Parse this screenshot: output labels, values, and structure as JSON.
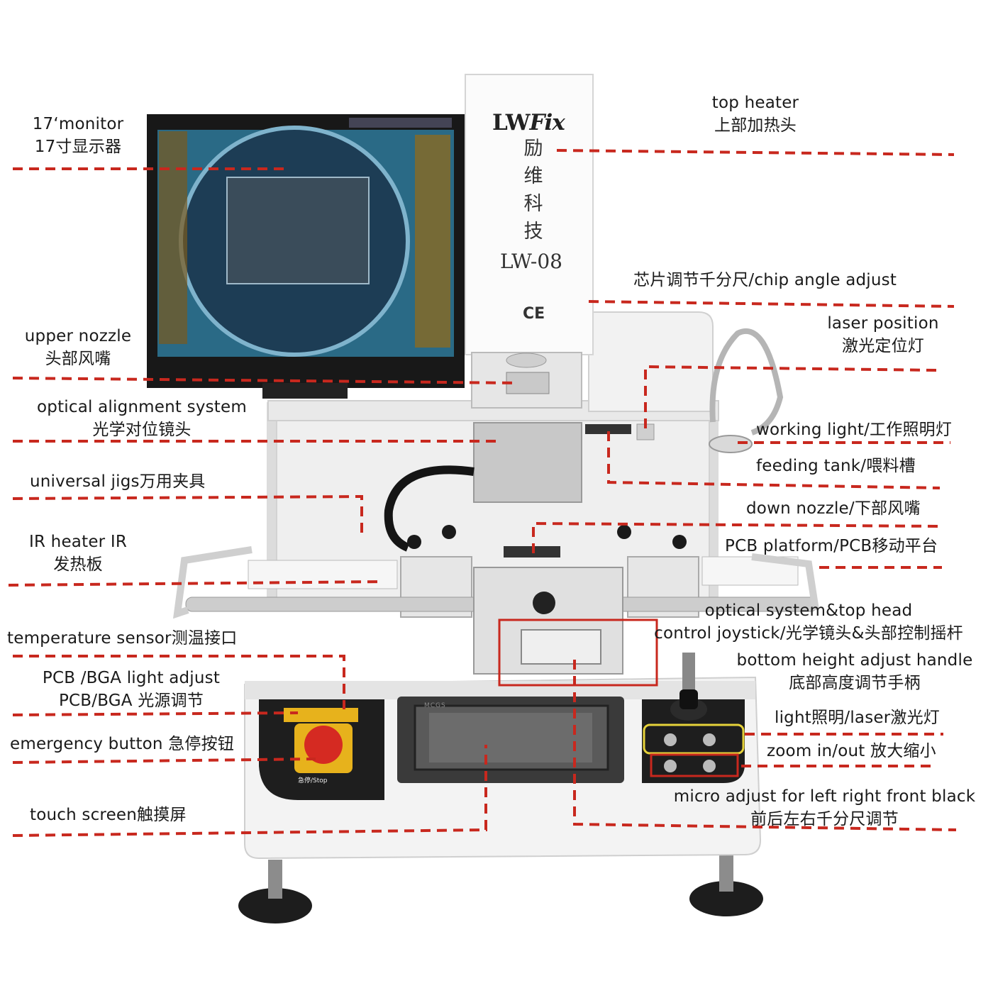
{
  "brand": {
    "logo": "LWFix",
    "chinese_name": [
      "励",
      "维",
      "科",
      "技"
    ],
    "model": "LW-08",
    "certification": "CE",
    "hmi_brand": "MCGS",
    "estop_text": "急停/Stop"
  },
  "colors": {
    "leader_line": "#c8281e",
    "callout_box": "#c8281e",
    "highlight_box": "#e6d23a",
    "chassis": "#f2f2f2",
    "panel": "#1e1e1e",
    "monitor_screen": "#2a6a86"
  },
  "labels": {
    "monitor": [
      "17‘monitor",
      "17寸显示器"
    ],
    "top_heater": [
      "top heater",
      "上部加热头"
    ],
    "chip_angle": [
      "芯片调节千分尺/chip angle adjust"
    ],
    "laser_position": [
      "laser position",
      "激光定位灯"
    ],
    "upper_nozzle": [
      "upper nozzle",
      "头部风嘴"
    ],
    "optical_alignment": [
      "optical alignment system",
      "光学对位镜头"
    ],
    "working_light": [
      "working light/工作照明灯"
    ],
    "feeding_tank": [
      "feeding tank/喂料槽"
    ],
    "universal_jigs": [
      "universal jigs万用夹具"
    ],
    "down_nozzle": [
      "down nozzle/下部风嘴"
    ],
    "ir_heater": [
      "IR heater IR",
      "发热板"
    ],
    "pcb_platform": [
      "PCB platform/PCB移动平台"
    ],
    "optical_joystick": [
      "optical system&top head",
      "control joystick/光学镜头&头部控制摇杆"
    ],
    "temp_sensor": [
      "temperature sensor测温接口"
    ],
    "bottom_height": [
      "bottom height adjust handle",
      "底部高度调节手柄"
    ],
    "pcb_bga_light": [
      "PCB /BGA light adjust",
      "PCB/BGA 光源调节"
    ],
    "light_laser": [
      "light照明/laser激光灯"
    ],
    "emergency": [
      "emergency button 急停按钮"
    ],
    "zoom": [
      "zoom in/out 放大缩小"
    ],
    "touch_screen": [
      "touch screen触摸屏"
    ],
    "micro_adjust": [
      "micro adjust for left right front black",
      "前后左右千分尺调节"
    ]
  }
}
